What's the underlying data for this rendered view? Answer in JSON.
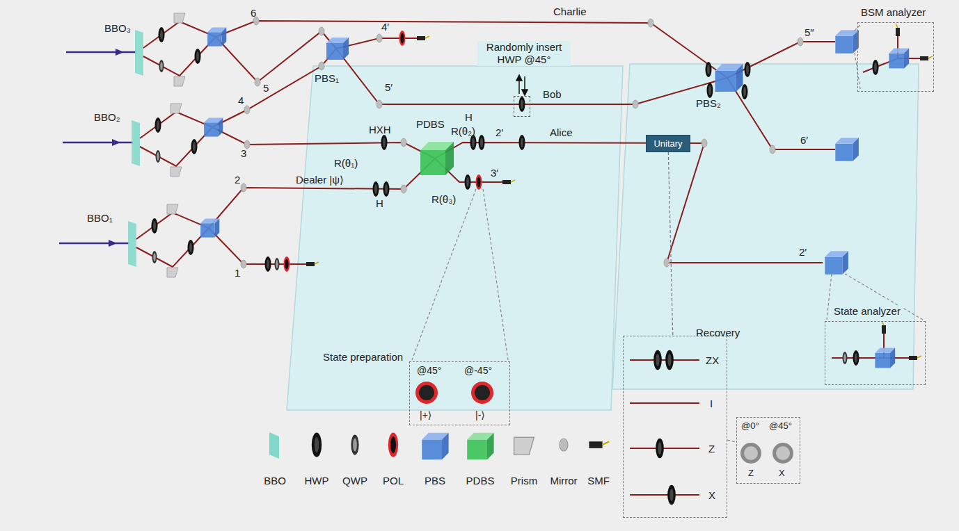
{
  "diagram": {
    "nodes": [
      {
        "text": [
          "Randomly insert HWP @45°"
        ]
      },
      {
        "text": [
          "Unitary"
        ]
      },
      {
        "text": [
          "BSM analyzer"
        ]
      },
      {
        "text": [
          "State analyzer"
        ]
      },
      {
        "text": [
          "@45°",
          "@-45°",
          "|+⟩",
          "|-⟩"
        ]
      },
      {
        "text": [
          "ZX",
          "I",
          "Z",
          "X"
        ]
      },
      {
        "text": [
          "@0°",
          "@45°",
          "Z",
          "X"
        ]
      }
    ],
    "edges": [
      {
        "from": 1,
        "to": 5,
        "arrow": "none"
      },
      {
        "from": 5,
        "to": 6,
        "arrow": "none"
      }
    ],
    "labels": [
      "BBO₃",
      "BBO₂",
      "BBO₁",
      "6",
      "5",
      "4",
      "3",
      "2",
      "1",
      "PBS₁",
      "4′",
      "5′",
      "Charlie",
      "Bob",
      "HXH",
      "H",
      "R(θ₂)",
      "2′",
      "Alice",
      "Dealer |ψ⟩",
      "R(θ₁)",
      "H",
      "PDBS",
      "R(θ₃)",
      "3′",
      "5″",
      "6′",
      "PBS₂",
      "2′",
      "Recovery",
      "State preparation"
    ],
    "legend": [
      {
        "text": "BBO"
      },
      {
        "text": "HWP"
      },
      {
        "text": "QWP"
      },
      {
        "text": "POL"
      },
      {
        "text": "PBS"
      },
      {
        "text": "PDBS"
      },
      {
        "text": "Prism"
      },
      {
        "text": "Mirror"
      },
      {
        "text": "SMF"
      }
    ]
  }
}
